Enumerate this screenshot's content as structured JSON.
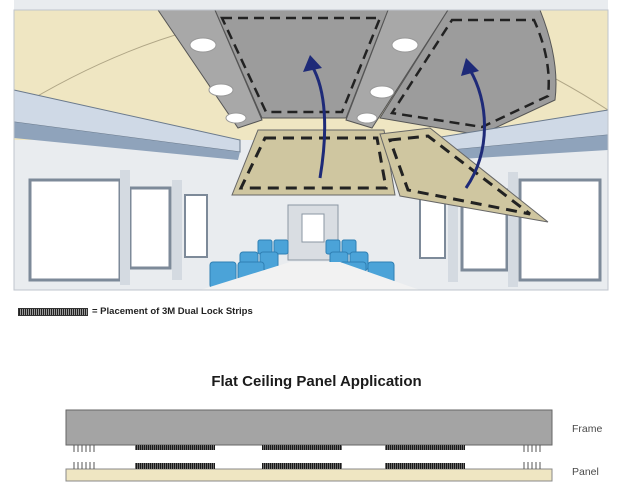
{
  "legend": {
    "text": "= Placement of 3M Dual Lock Strips",
    "icon": "dual-lock-strip-icon"
  },
  "section_title": "Flat Ceiling Panel Application",
  "labels": {
    "frame": "Frame",
    "panel": "Panel"
  },
  "colors": {
    "ceiling": "#efe6c2",
    "panel_khaki": "#cfc6a0",
    "beam_grey": "#a8a8a8",
    "bin_blue": "#cfd9e6",
    "seat_blue": "#4ba3d8",
    "arrow_navy": "#1e2a78",
    "frame_grey": "#a4a4a4",
    "strip_dark": "#222222"
  }
}
